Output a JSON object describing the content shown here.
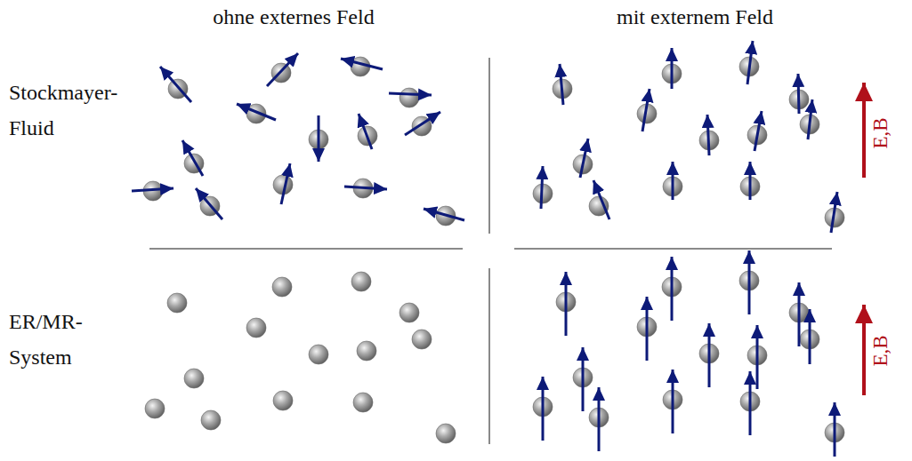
{
  "diagram": {
    "labels": [
      "ohne externes Feld",
      "mit externem Feld",
      "Stockmayer- Fluid",
      "ER/MR- System",
      "E,B",
      "E,B"
    ]
  }
}
